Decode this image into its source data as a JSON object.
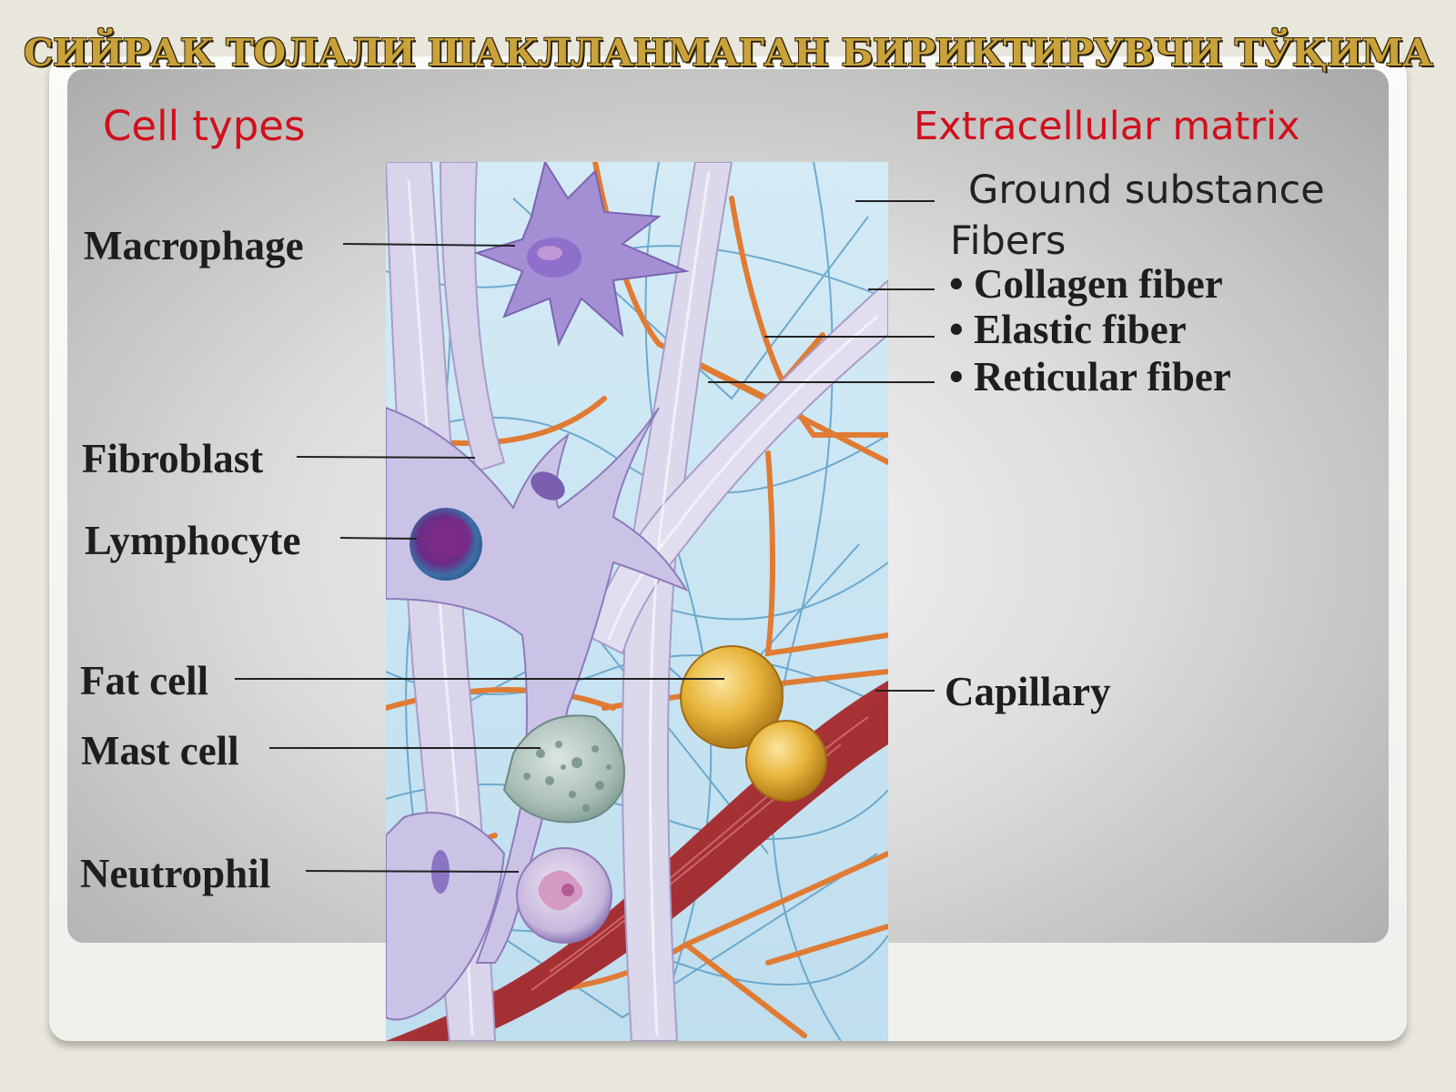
{
  "title": "СИЙРАК ТОЛАЛИ ШАКЛЛАНМАГАН БИРИКТИРУВЧИ ТЎҚИМА",
  "headings": {
    "cell_types": "Cell types",
    "extracellular_matrix": "Extracellular matrix"
  },
  "cell_labels": {
    "macrophage": "Macrophage",
    "fibroblast": "Fibroblast",
    "lymphocyte": "Lymphocyte",
    "fat_cell": "Fat cell",
    "mast_cell": "Mast cell",
    "neutrophil": "Neutrophil"
  },
  "matrix_labels": {
    "ground_substance": "Ground substance",
    "fibers": "Fibers",
    "collagen_fiber": "• Collagen fiber",
    "elastic_fiber": "• Elastic fiber",
    "reticular_fiber": "• Reticular fiber",
    "capillary": "Capillary"
  },
  "colors": {
    "heading": "#d0101d",
    "title_gold": "#c9a23a",
    "ground_substance": "#cde6f2",
    "collagen": "#d9d4ea",
    "elastic": "#e07b34",
    "reticular": "#5d9fc8",
    "capillary": "#b0383a",
    "fat": "#e8b43a",
    "cell_purple": "#9c86cc"
  }
}
